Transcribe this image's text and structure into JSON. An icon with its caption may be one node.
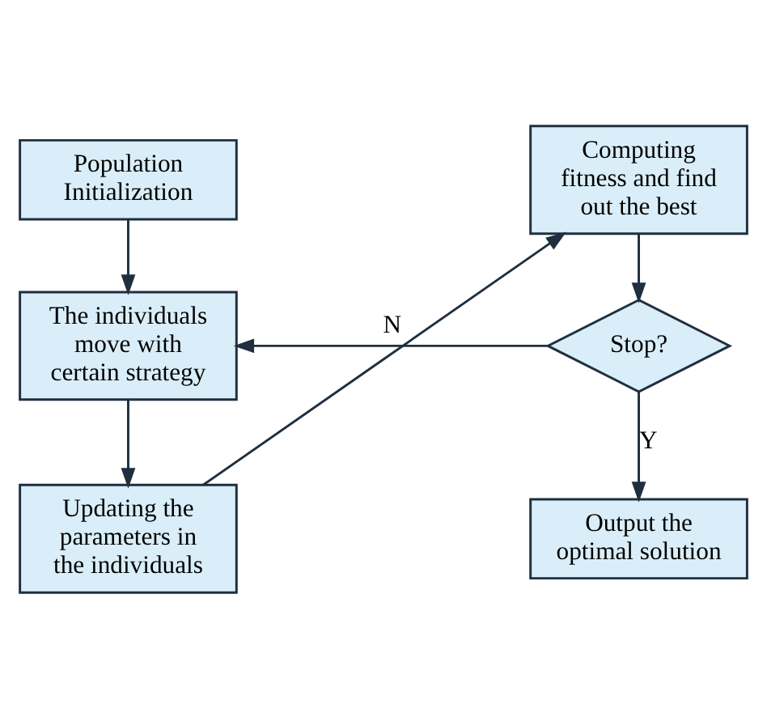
{
  "diagram": {
    "nodes": [
      {
        "text": [
          "Population Initialization"
        ]
      },
      {
        "text": [
          "The individuals move with certain strategy"
        ]
      },
      {
        "text": [
          "Updating the parameters in the individuals"
        ]
      },
      {
        "text": [
          "Computing fitness and find out the best"
        ]
      },
      {
        "text": [
          "Stop?"
        ]
      },
      {
        "text": [
          "Output the optimal solution"
        ]
      }
    ],
    "edges": [
      {
        "from": 0,
        "to": 1,
        "arrow": "to"
      },
      {
        "from": 1,
        "to": 2,
        "arrow": "to"
      },
      {
        "from": 2,
        "to": 3,
        "arrow": "to"
      },
      {
        "from": 3,
        "to": 4,
        "arrow": "to"
      },
      {
        "from": 4,
        "to": 5,
        "arrow": "to",
        "label": "Y"
      },
      {
        "from": 4,
        "to": 1,
        "arrow": "to",
        "label": "N"
      }
    ]
  }
}
